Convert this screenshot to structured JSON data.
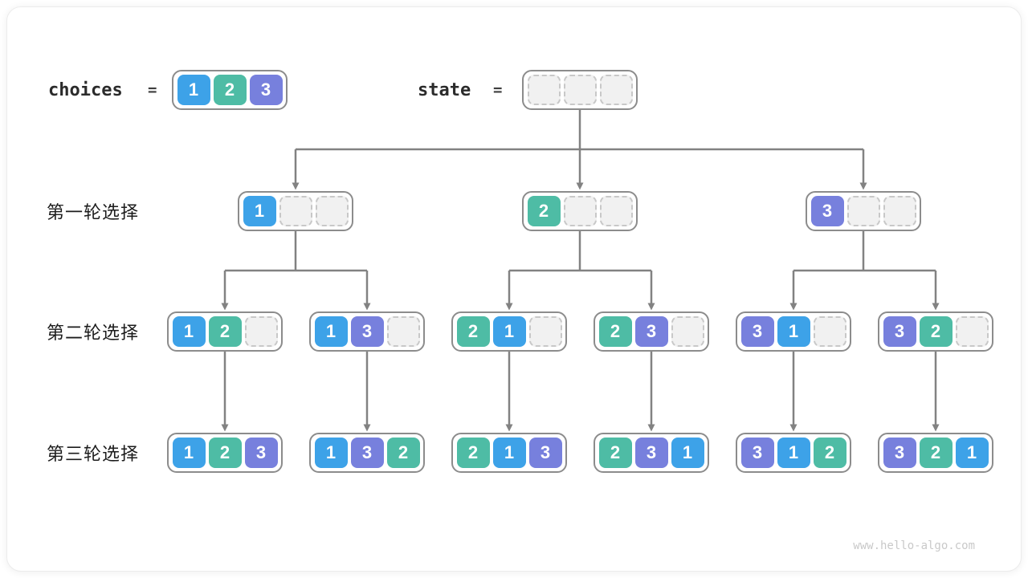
{
  "header": {
    "choices": {
      "label": "choices",
      "equals": "=",
      "cells": [
        "1",
        "2",
        "3"
      ]
    },
    "state": {
      "label": "state",
      "equals": "=",
      "cells": [
        "",
        "",
        ""
      ]
    }
  },
  "rows": [
    {
      "label": "第一轮选择",
      "nodes": [
        [
          "1",
          "",
          ""
        ],
        [
          "2",
          "",
          ""
        ],
        [
          "3",
          "",
          ""
        ]
      ]
    },
    {
      "label": "第二轮选择",
      "nodes": [
        [
          "1",
          "2",
          ""
        ],
        [
          "1",
          "3",
          ""
        ],
        [
          "2",
          "1",
          ""
        ],
        [
          "2",
          "3",
          ""
        ],
        [
          "3",
          "1",
          ""
        ],
        [
          "3",
          "2",
          ""
        ]
      ]
    },
    {
      "label": "第三轮选择",
      "nodes": [
        [
          "1",
          "2",
          "3"
        ],
        [
          "1",
          "3",
          "2"
        ],
        [
          "2",
          "1",
          "3"
        ],
        [
          "2",
          "3",
          "1"
        ],
        [
          "3",
          "1",
          "2"
        ],
        [
          "3",
          "2",
          "1"
        ]
      ]
    }
  ],
  "colors": {
    "value1": "#3da2e8",
    "value2": "#4ebca5",
    "value3": "#7780dd",
    "connector": "#828282",
    "node_border": "#8c8c8c",
    "empty_fill": "#f1f1f1",
    "empty_border": "#c8c8c8"
  },
  "watermark": "www.hello-algo.com"
}
